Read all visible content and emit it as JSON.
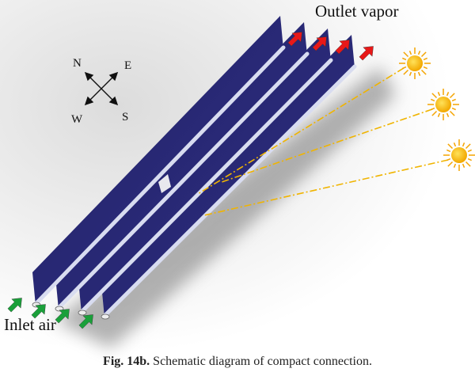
{
  "labels": {
    "outlet": "Outlet vapor",
    "inlet": "Inlet air"
  },
  "compass": {
    "n": "N",
    "e": "E",
    "w": "W",
    "s": "S"
  },
  "caption": {
    "fig": "Fig. 14b.",
    "text": "Schematic diagram of compact connection."
  },
  "colors": {
    "panel": "#2a2a78",
    "tube": "#d8dcf0",
    "outlet_arrow": "#e81818",
    "inlet_arrow": "#1aa03a",
    "sun": "#f7b90f",
    "ray": "#f0b400"
  },
  "collectors": 4,
  "suns": 3
}
